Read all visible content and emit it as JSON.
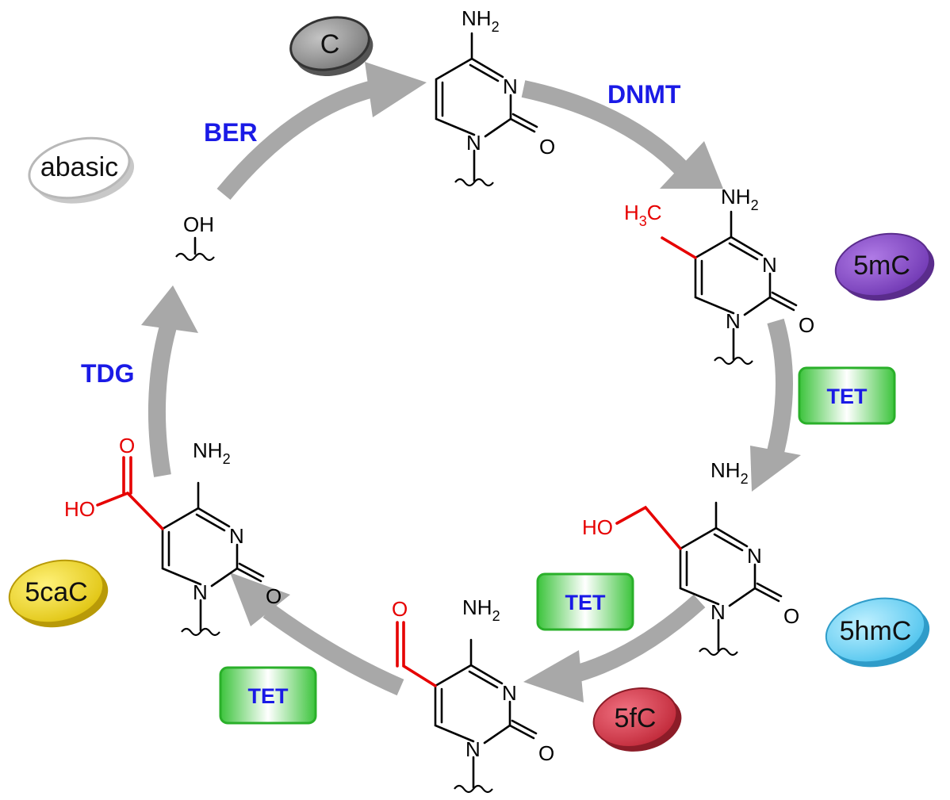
{
  "enzymes": {
    "dnmt": "DNMT",
    "ber": "BER",
    "tdg": "TDG",
    "tet_1": "TET",
    "tet_2": "TET",
    "tet_3": "TET"
  },
  "labels": {
    "c": "C",
    "mc": "5mC",
    "hmc": "5hmC",
    "fc": "5fC",
    "cac": "5caC",
    "abasic": "abasic"
  },
  "atoms": {
    "nh": "NH",
    "sub2": "2",
    "n": "N",
    "o": "O",
    "h": "H",
    "sub3": "3",
    "c": "C",
    "ho": "HO",
    "oh": "OH"
  },
  "colors": {
    "arrow": "#a8a8a8",
    "enzyme_text": "#1a1ae6",
    "modification": "#e60000",
    "tet_box": "#3cc43c",
    "c_pill": "#8c8c8c",
    "mc_pill": "#8a4fc7",
    "hmc_pill": "#6fd3f5",
    "fc_pill": "#d63a4a",
    "cac_pill": "#ecdc2a",
    "abasic_pill": "#ffffff"
  }
}
